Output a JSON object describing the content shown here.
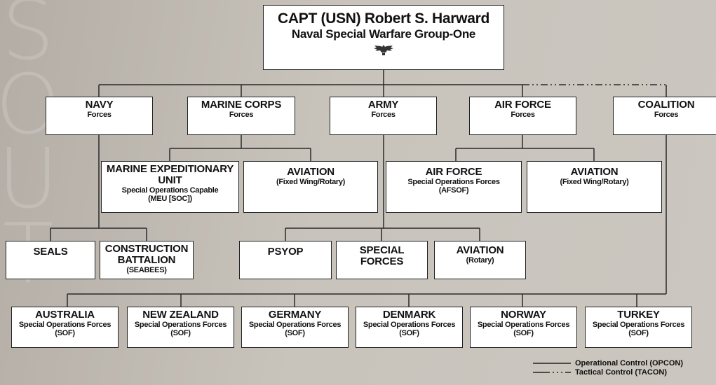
{
  "commander": {
    "name": "CAPT (USN) Robert S. Harward",
    "unit": "Naval Special Warfare Group-One",
    "insignia": "eagle-insignia-icon"
  },
  "watermark": [
    "S",
    "O",
    "U",
    "T"
  ],
  "components": {
    "navy": {
      "title": "NAVY",
      "sub": "Forces"
    },
    "marine": {
      "title": "MARINE CORPS",
      "sub": "Forces"
    },
    "army": {
      "title": "ARMY",
      "sub": "Forces"
    },
    "airforce": {
      "title": "AIR FORCE",
      "sub": "Forces"
    },
    "coalition": {
      "title": "COALITION",
      "sub": "Forces"
    }
  },
  "marine_units": {
    "meu": {
      "title1": "MARINE EXPEDITIONARY",
      "title2": "UNIT",
      "sub1": "Special Operations Capable",
      "sub2": "(MEU [SOC])"
    },
    "aviation": {
      "title": "AVIATION",
      "sub": "(Fixed Wing/Rotary)"
    }
  },
  "airforce_units": {
    "afsof": {
      "title": "AIR FORCE",
      "sub1": "Special Operations Forces",
      "sub2": "(AFSOF)"
    },
    "aviation": {
      "title": "AVIATION",
      "sub": "(Fixed Wing/Rotary)"
    }
  },
  "navy_units": {
    "seals": {
      "title": "SEALS"
    },
    "seabees": {
      "title1": "CONSTRUCTION",
      "title2": "BATTALION",
      "sub": "(SEABEES)"
    }
  },
  "army_units": {
    "psyop": {
      "title": "PSYOP"
    },
    "sf": {
      "title1": "SPECIAL",
      "title2": "FORCES"
    },
    "aviation": {
      "title": "AVIATION",
      "sub": "(Rotary)"
    }
  },
  "coalition_units": [
    {
      "country": "AUSTRALIA",
      "sub": "Special Operations Forces",
      "abbr": "(SOF)"
    },
    {
      "country": "NEW ZEALAND",
      "sub": "Special Operations Forces",
      "abbr": "(SOF)"
    },
    {
      "country": "GERMANY",
      "sub": "Special Operations Forces",
      "abbr": "(SOF)"
    },
    {
      "country": "DENMARK",
      "sub": "Special Operations Forces",
      "abbr": "(SOF)"
    },
    {
      "country": "NORWAY",
      "sub": "Special Operations Forces",
      "abbr": "(SOF)"
    },
    {
      "country": "TURKEY",
      "sub": "Special Operations Forces",
      "abbr": "(SOF)"
    }
  ],
  "legend": {
    "opcon": "Operational Control (OPCON)",
    "tacon": "Tactical Control (TACON)"
  }
}
